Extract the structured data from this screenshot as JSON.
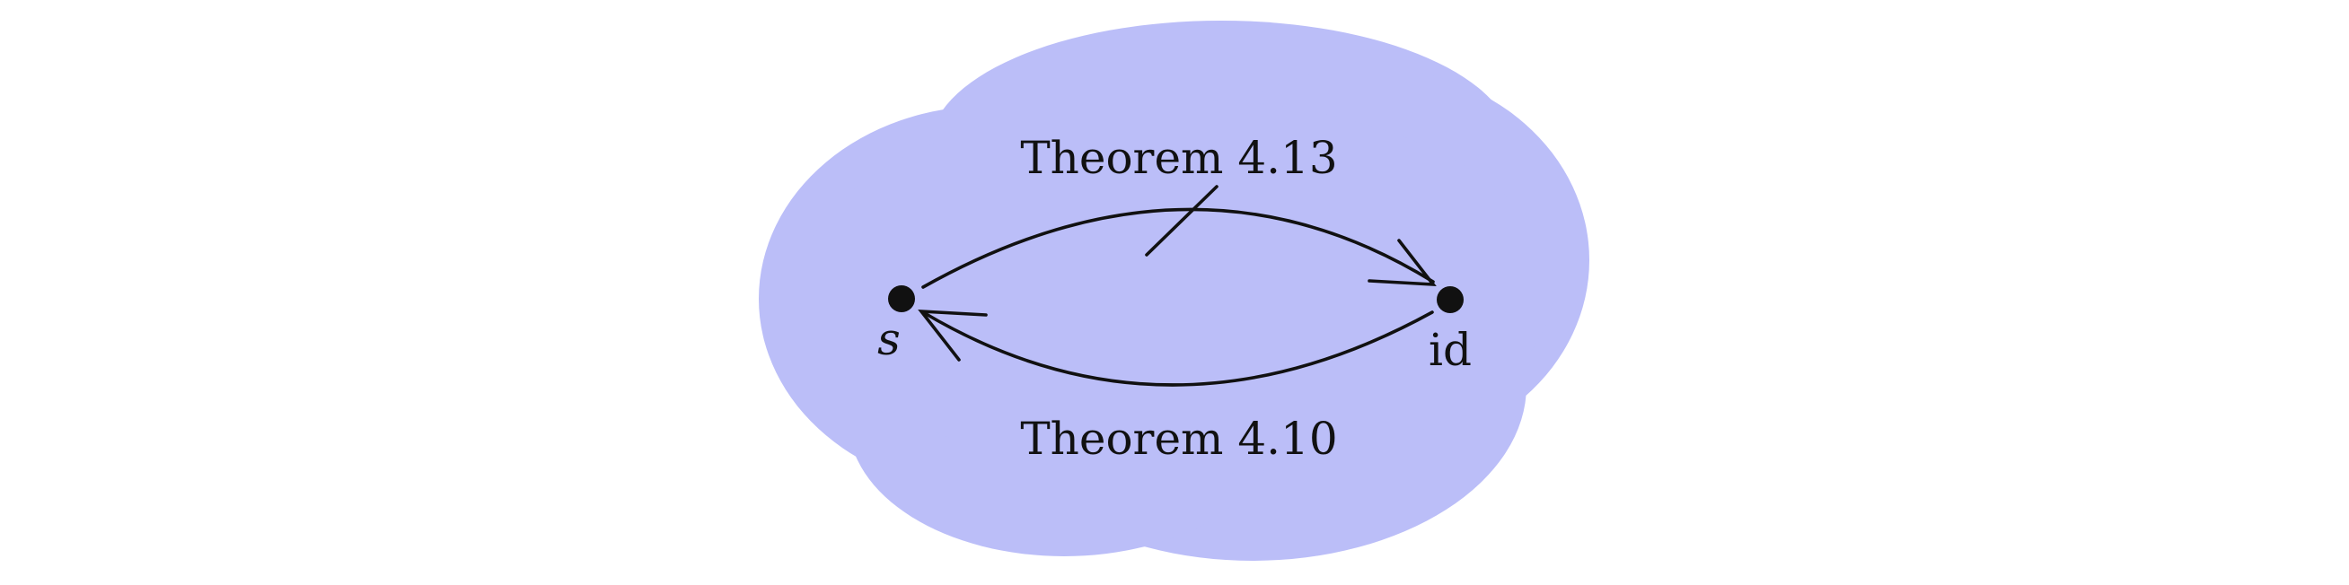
{
  "diagram": {
    "region_color": "#bbbef8",
    "ink_color": "#111111",
    "nodes": {
      "left": {
        "label": "s",
        "style": "italic"
      },
      "right": {
        "label": "id",
        "style": "upright"
      }
    },
    "edges": {
      "top": {
        "label": "Theorem 4.13",
        "direction": "s-to-id",
        "struck_through": true
      },
      "bottom": {
        "label": "Theorem 4.10",
        "direction": "id-to-s",
        "struck_through": false
      }
    }
  }
}
